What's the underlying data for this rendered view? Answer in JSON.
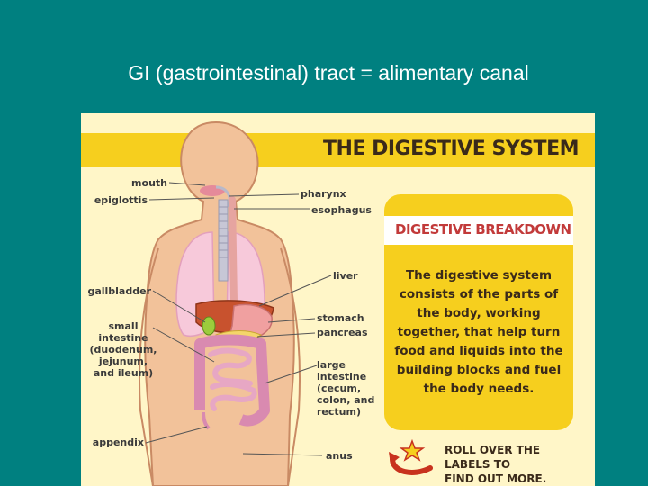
{
  "slide": {
    "title": "GI (gastrointestinal) tract = alimentary canal"
  },
  "diagram": {
    "banner_title": "THE DIGESTIVE SYSTEM",
    "labels_left": {
      "mouth": "mouth",
      "epiglottis": "epiglottis",
      "gallbladder": "gallbladder",
      "small_intestine": "small\nintestine\n(duodenum,\njejunum,\nand ileum)",
      "appendix": "appendix"
    },
    "labels_right": {
      "pharynx": "pharynx",
      "esophagus": "esophagus",
      "liver": "liver",
      "stomach": "stomach",
      "pancreas": "pancreas",
      "large_intestine": "large\nintestine\n(cecum,\ncolon, and\nrectum)",
      "anus": "anus"
    },
    "info_box": {
      "heading": "DIGESTIVE BREAKDOWN",
      "body": "The digestive system consists of the parts of the body, working together, that help turn food and liquids into the building blocks and fuel the body needs."
    },
    "rollover_hint": "ROLL OVER THE LABELS TO\nFIND OUT MORE.",
    "colors": {
      "background": "#008080",
      "panel": "#fff6c8",
      "banner": "#f6cf1e",
      "skin": "#f2c29a",
      "heading_red": "#c23a3a"
    }
  }
}
